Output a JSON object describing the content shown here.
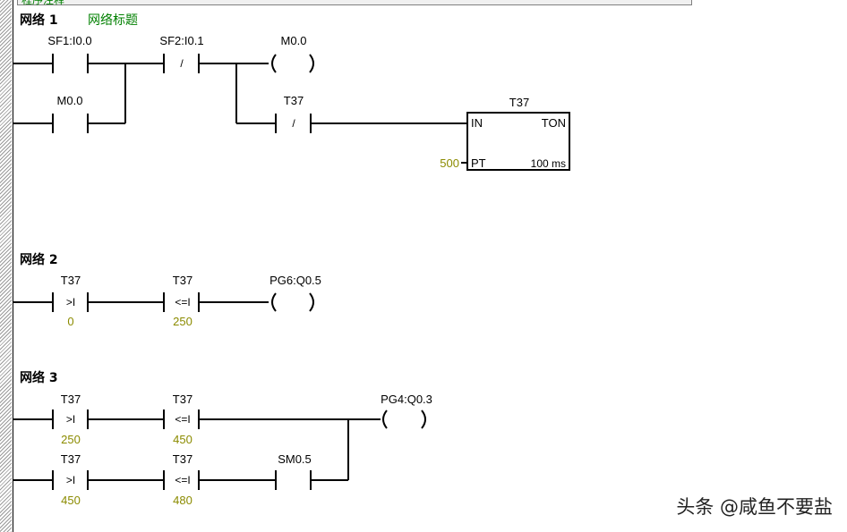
{
  "top_comment": "程序注释",
  "networks": [
    {
      "title": "网络 1",
      "comment": "网络标题"
    },
    {
      "title": "网络 2",
      "comment": ""
    },
    {
      "title": "网络 3",
      "comment": ""
    }
  ],
  "n1": {
    "c1_label": "SF1:I0.0",
    "c2_label": "SF2:I0.1",
    "coil1_label": "M0.0",
    "c3_label": "M0.0",
    "c4_label": "T37",
    "timer_name": "T37",
    "timer_in": "IN",
    "timer_type": "TON",
    "timer_pt": "PT",
    "timer_res": "100 ms",
    "timer_pt_value": "500",
    "not_sym": "/"
  },
  "n2": {
    "c1_label": "T37",
    "c1_op": ">I",
    "c1_val": "0",
    "c2_label": "T37",
    "c2_op": "<=I",
    "c2_val": "250",
    "coil_label": "PG6:Q0.5"
  },
  "n3": {
    "r1c1_label": "T37",
    "r1c1_op": ">I",
    "r1c1_val": "250",
    "r1c2_label": "T37",
    "r1c2_op": "<=I",
    "r1c2_val": "450",
    "coil_label": "PG4:Q0.3",
    "r2c1_label": "T37",
    "r2c1_op": ">I",
    "r2c1_val": "450",
    "r2c2_label": "T37",
    "r2c2_op": "<=I",
    "r2c2_val": "480",
    "r2c3_label": "SM0.5"
  },
  "watermark": "头条 @咸鱼不要盐"
}
